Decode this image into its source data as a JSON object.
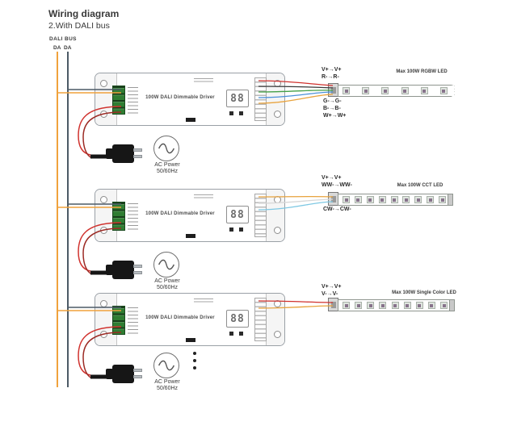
{
  "header": {
    "title": "Wiring diagram",
    "subtitle": "2.With DALI bus"
  },
  "bus": {
    "label": "DALI BUS",
    "wire_labels": [
      "DA",
      "DA"
    ]
  },
  "drivers": [
    {
      "name": "100W DALI Dimmable Driver",
      "display": "88"
    },
    {
      "name": "100W DALI Dimmable Driver",
      "display": "88"
    },
    {
      "name": "100W DALI Dimmable Driver",
      "display": "88"
    }
  ],
  "ac_power": {
    "line1": "AC Power",
    "line2": "50/60Hz"
  },
  "strips": [
    {
      "title": "Max 100W RGBW LED",
      "labels_top": [
        "V+→V+",
        "R-→R-"
      ],
      "labels_bottom": [
        "G-→G-",
        "B-→B-",
        "W+→W+"
      ]
    },
    {
      "title": "Max 100W CCT LED",
      "labels_top": [
        "V+→V+",
        "WW-→WW-"
      ],
      "labels_bottom": [
        "CW-→CW-"
      ]
    },
    {
      "title": "Max 100W Single Color LED",
      "labels_top": [
        "V+→V+",
        "V-→V-"
      ],
      "labels_bottom": []
    }
  ],
  "colors": {
    "dali_wire_1": "#F0A23C",
    "dali_wire_2": "#4C5A66",
    "ac_live": "#D0312D",
    "ac_neutral": "#9C2B25",
    "out_red": "#D0312D",
    "out_black": "#3A3A3A",
    "out_green": "#43A047",
    "out_blue": "#4A90D9",
    "out_orange": "#E8A33D",
    "out_white": "#D8D8D8",
    "out_lightblue": "#7EC8E3",
    "terminal_green": "#2F7D32"
  }
}
